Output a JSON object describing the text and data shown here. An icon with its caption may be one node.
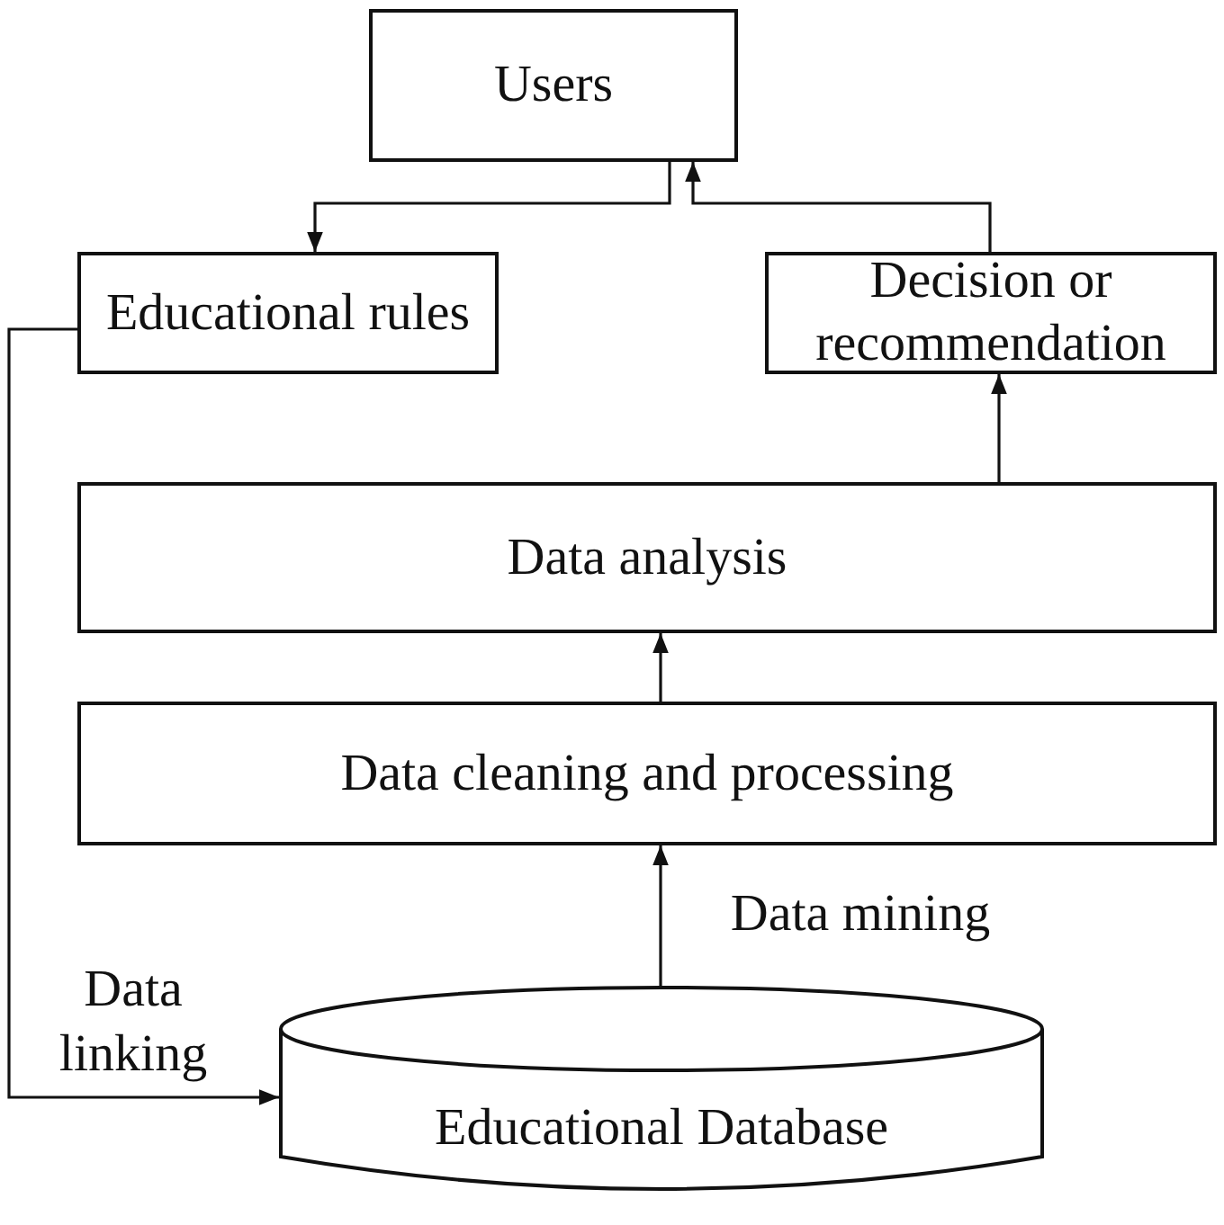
{
  "diagram": {
    "nodes": [
      {
        "text": [
          "Users"
        ]
      },
      {
        "text": [
          "Educational rules"
        ]
      },
      {
        "text": [
          "Decision or recommendation"
        ]
      },
      {
        "text": [
          "Data analysis"
        ]
      },
      {
        "text": [
          "Data cleaning and processing"
        ]
      },
      {
        "text": [
          "Educational Database"
        ]
      }
    ],
    "edges": [
      {
        "from": 0,
        "to": 1,
        "arrow": "to"
      },
      {
        "from": 2,
        "to": 0,
        "arrow": "to"
      },
      {
        "from": 3,
        "to": 2,
        "arrow": "to"
      },
      {
        "from": 4,
        "to": 3,
        "arrow": "to"
      },
      {
        "from": 5,
        "to": 4,
        "arrow": "to",
        "label": "Data mining"
      },
      {
        "from": 1,
        "to": 5,
        "arrow": "to",
        "label": "Data linking"
      }
    ]
  }
}
